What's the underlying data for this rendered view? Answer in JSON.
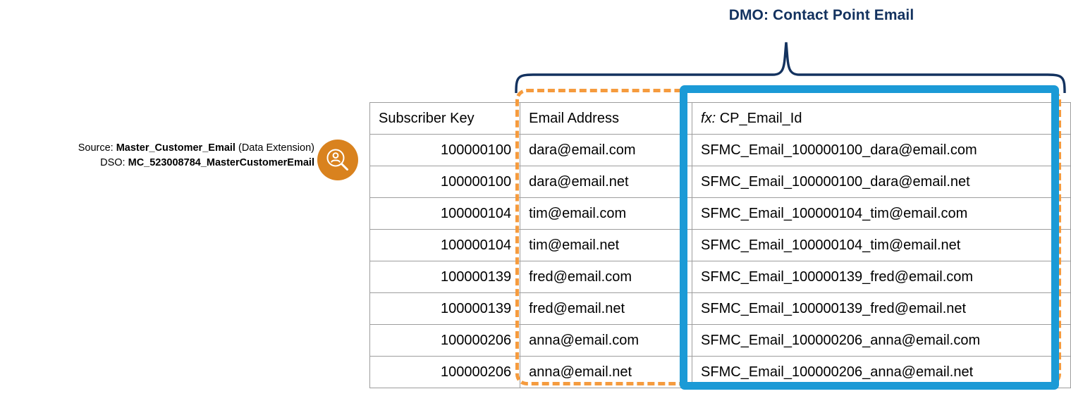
{
  "title": {
    "text": "DMO: Contact Point Email",
    "color": "#13325f"
  },
  "source": {
    "line1_prefix": "Source: ",
    "line1_name": "Master_Customer_Email",
    "line1_suffix": " (Data Extension)",
    "line2_prefix": "DSO: ",
    "line2_name": "MC_523008784_MasterCustomerEmail",
    "icon": "customer-search-icon",
    "icon_color": "#d9821e"
  },
  "table": {
    "columns": [
      {
        "header": "Subscriber Key",
        "align": "right"
      },
      {
        "header": "Email Address",
        "align": "left"
      },
      {
        "header_fx": "fx:",
        "header": "CP_Email_Id",
        "align": "left"
      }
    ],
    "rows": [
      {
        "subscriber_key": "100000100",
        "email_address": "dara@email.com",
        "cp_email_id": "SFMC_Email_100000100_dara@email.com"
      },
      {
        "subscriber_key": "100000100",
        "email_address": "dara@email.net",
        "cp_email_id": "SFMC_Email_100000100_dara@email.net"
      },
      {
        "subscriber_key": "100000104",
        "email_address": "tim@email.com",
        "cp_email_id": "SFMC_Email_100000104_tim@email.com"
      },
      {
        "subscriber_key": "100000104",
        "email_address": "tim@email.net",
        "cp_email_id": "SFMC_Email_100000104_tim@email.net"
      },
      {
        "subscriber_key": "100000139",
        "email_address": "fred@email.com",
        "cp_email_id": "SFMC_Email_100000139_fred@email.com"
      },
      {
        "subscriber_key": "100000139",
        "email_address": "fred@email.net",
        "cp_email_id": "SFMC_Email_100000139_fred@email.net"
      },
      {
        "subscriber_key": "100000206",
        "email_address": "anna@email.com",
        "cp_email_id": "SFMC_Email_100000206_anna@email.com"
      },
      {
        "subscriber_key": "100000206",
        "email_address": "anna@email.net",
        "cp_email_id": "SFMC_Email_100000206_anna@email.net"
      }
    ]
  },
  "annotations": {
    "brace_color": "#13325f",
    "orange_dashed_color": "#f59b3e",
    "blue_solid_color": "#1b9ad6"
  }
}
